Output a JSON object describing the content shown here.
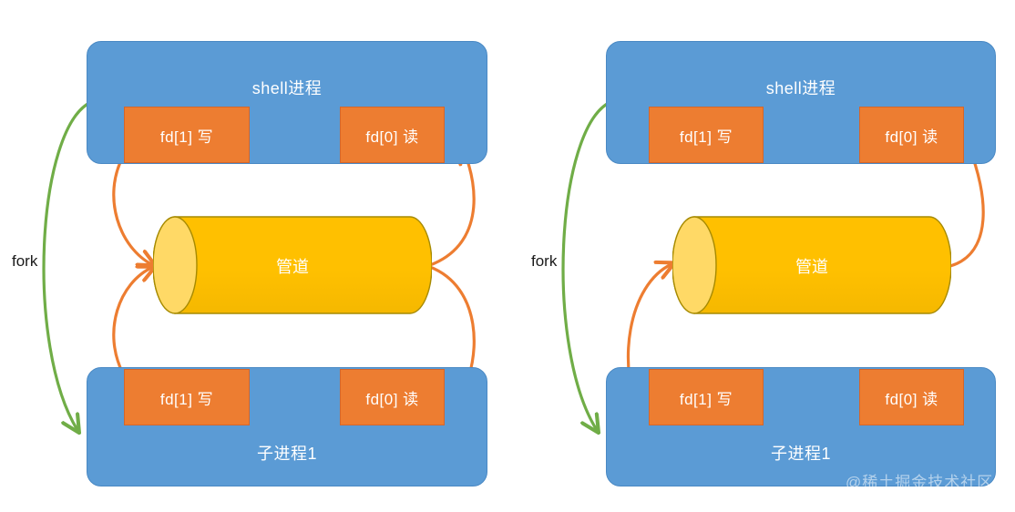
{
  "diagram": {
    "title": "shell pipe fork diagram",
    "colors": {
      "process_fill": "#5B9BD5",
      "process_stroke": "#4A89C4",
      "fd_fill": "#ED7D31",
      "fd_stroke": "#D4662A",
      "pipe_fill": "#FFC000",
      "pipe_cap_fill": "#FFD966",
      "pipe_stroke": "#A68A00",
      "arrow_pipe": "#ED7D31",
      "arrow_fork": "#70AD47",
      "text_light": "#FFFFFF",
      "text_dark": "#1A1A1A",
      "background": "#FFFFFF"
    },
    "panels": [
      {
        "id": "left-panel",
        "fork_label": "fork",
        "shell_process": {
          "label": "shell进程",
          "fd_write": "fd[1] 写",
          "fd_read": "fd[0] 读"
        },
        "pipe": {
          "label": "管道"
        },
        "child_process": {
          "label": "子进程1",
          "fd_write": "fd[1] 写",
          "fd_read": "fd[0] 读"
        },
        "connections": [
          "shell-write-to-pipe",
          "child-write-to-pipe",
          "pipe-to-shell-read",
          "pipe-to-child-read",
          "fork-shell-to-child"
        ]
      },
      {
        "id": "right-panel",
        "fork_label": "fork",
        "shell_process": {
          "label": "shell进程",
          "fd_write": "fd[1] 写",
          "fd_read": "fd[0] 读"
        },
        "pipe": {
          "label": "管道"
        },
        "child_process": {
          "label": "子进程1",
          "fd_write": "fd[1] 写",
          "fd_read": "fd[0] 读"
        },
        "connections": [
          "child-write-to-pipe",
          "pipe-to-shell-read",
          "fork-shell-to-child"
        ]
      }
    ],
    "watermark": "@稀土掘金技术社区"
  }
}
